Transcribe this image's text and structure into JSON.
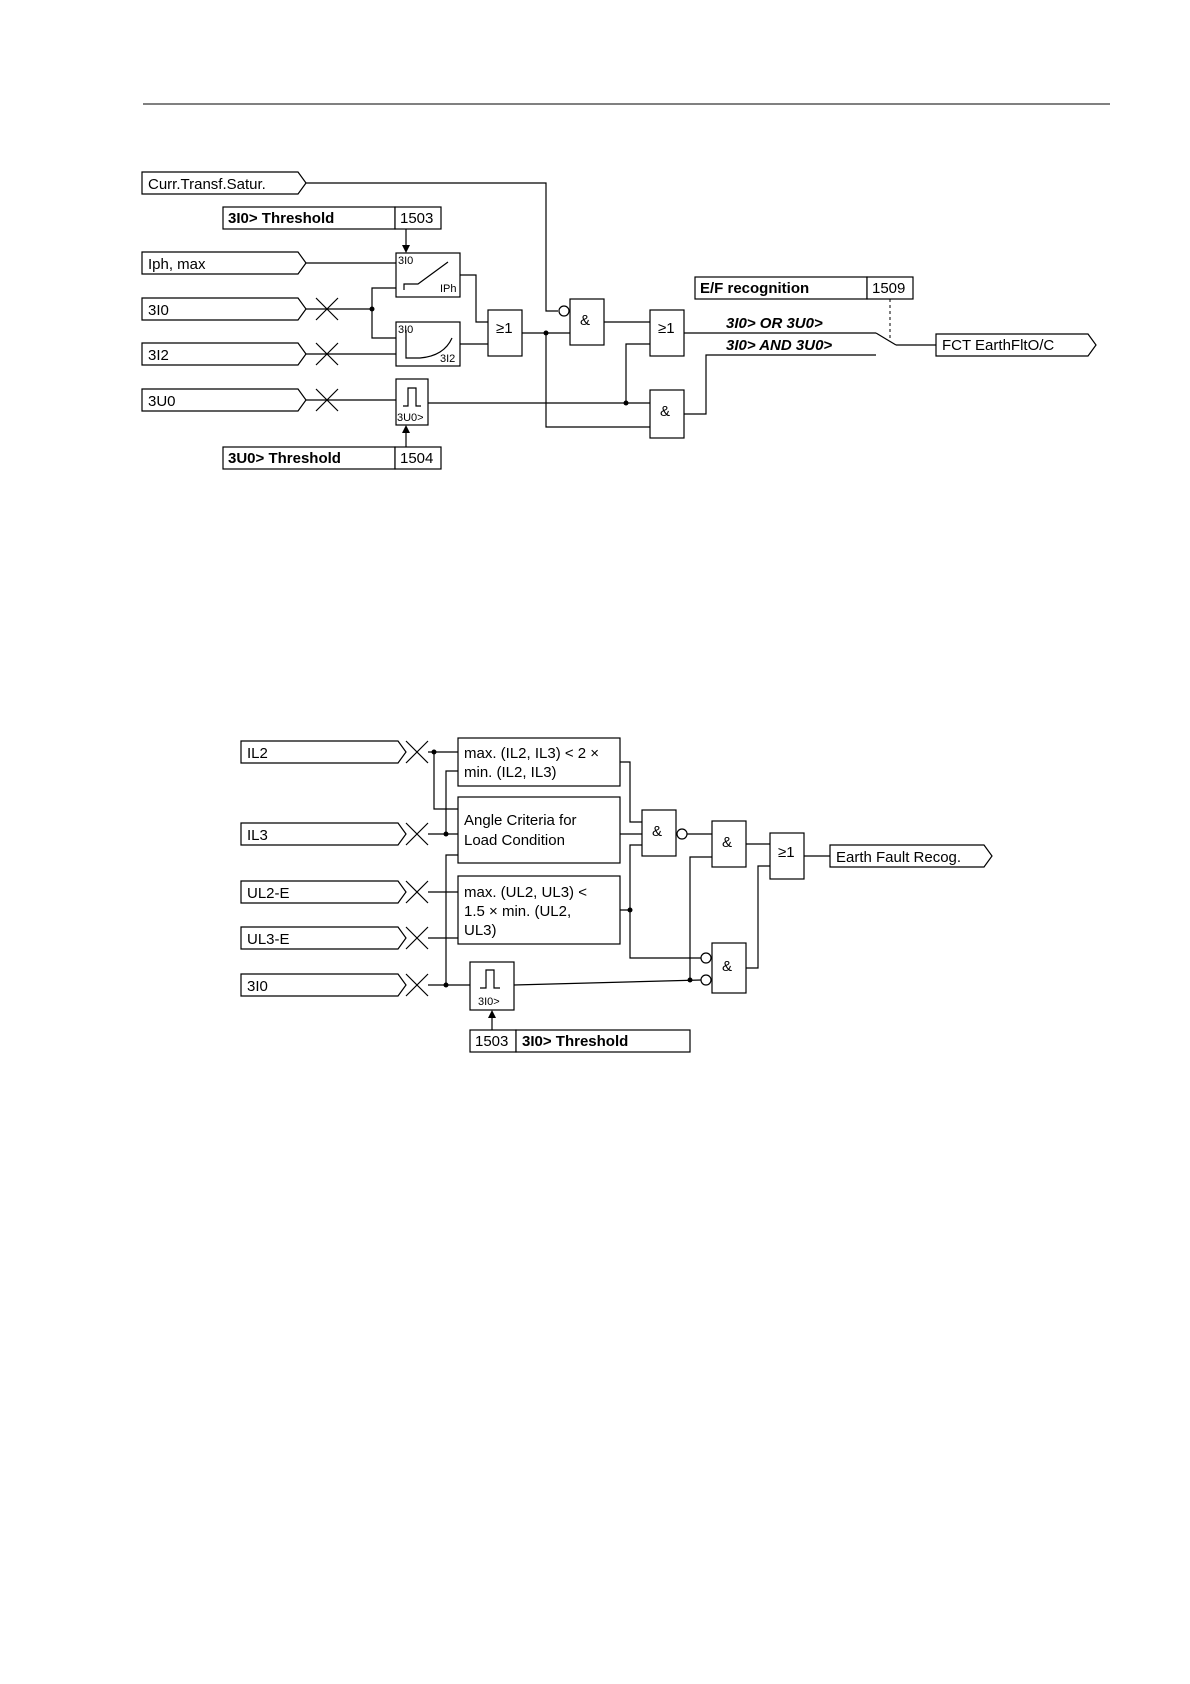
{
  "diagram1": {
    "inputs": {
      "ct_saturation": "Curr.Transf.Satur.",
      "iph_max": "Iph, max",
      "i0": "3I0",
      "i2": "3I2",
      "u0": "3U0"
    },
    "params": {
      "i0_threshold": {
        "name": "3I0> Threshold",
        "address": "1503"
      },
      "u0_threshold": {
        "name": "3U0> Threshold",
        "address": "1504"
      },
      "ef_recognition": {
        "name": "E/F recognition",
        "address": "1509"
      }
    },
    "characteristic_labels": {
      "char1_top": "3I0",
      "char1_bottom": "IPh",
      "char2_top": "3I0",
      "char2_bottom": "3I2",
      "u0_level": "3U0>"
    },
    "gates": {
      "or": "≥1",
      "and": "&"
    },
    "options": {
      "option_or": "3I0> OR 3U0>",
      "option_and": "3I0> AND 3U0>"
    },
    "output": "FCT EarthFltO/C"
  },
  "diagram2": {
    "inputs": {
      "il2": "IL2",
      "il3": "IL3",
      "ul2e": "UL2-E",
      "ul3e": "UL3-E",
      "i0": "3I0"
    },
    "blocks": {
      "max_current": [
        "max. (IL2, IL3) < 2 ×",
        "min. (IL2, IL3)"
      ],
      "angle_criteria": [
        "Angle Criteria for",
        "Load Condition"
      ],
      "max_voltage": [
        "max. (UL2, UL3) <",
        "1.5 × min. (UL2,",
        "UL3)"
      ]
    },
    "level_label": "3I0>",
    "param": {
      "address": "1503",
      "name": "3I0> Threshold"
    },
    "gates": {
      "or": "≥1",
      "and": "&"
    },
    "output": "Earth Fault Recog."
  }
}
